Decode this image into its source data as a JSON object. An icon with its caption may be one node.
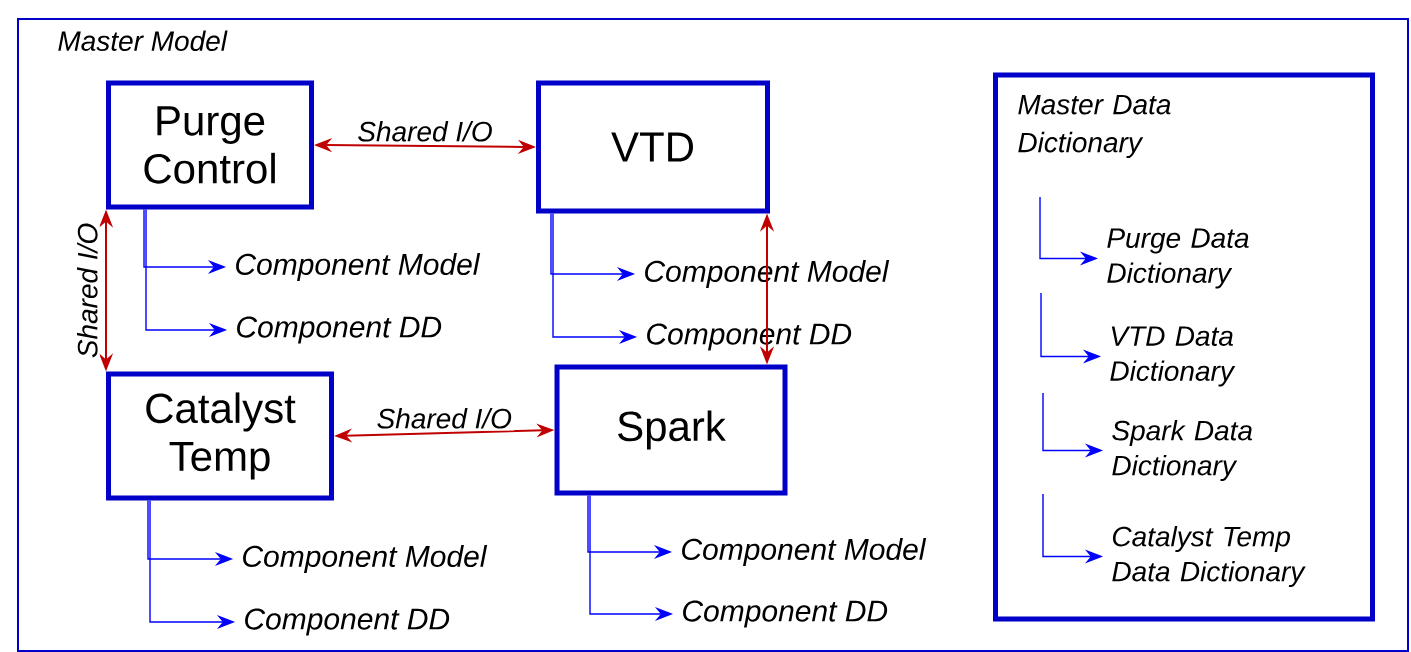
{
  "diagram": {
    "nodes": [
      {
        "text": [
          "Master Model"
        ]
      },
      {
        "text": [
          "Purge Control"
        ],
        "in": 0
      },
      {
        "text": [
          "VTD"
        ],
        "in": 0
      },
      {
        "text": [
          "Catalyst Temp"
        ],
        "in": 0
      },
      {
        "text": [
          "Spark"
        ],
        "in": 0
      },
      {
        "text": [
          "Master Data Dictionary"
        ],
        "in": 0
      },
      {
        "text": [
          "Component Model"
        ],
        "in": 0
      },
      {
        "text": [
          "Component DD"
        ],
        "in": 0
      },
      {
        "text": [
          "Component Model"
        ],
        "in": 0
      },
      {
        "text": [
          "Component DD"
        ],
        "in": 0
      },
      {
        "text": [
          "Component Model"
        ],
        "in": 0
      },
      {
        "text": [
          "Component DD"
        ],
        "in": 0
      },
      {
        "text": [
          "Component Model"
        ],
        "in": 0
      },
      {
        "text": [
          "Component DD"
        ],
        "in": 0
      },
      {
        "text": [
          "Purge Data Dictionary"
        ],
        "in": 5
      },
      {
        "text": [
          "VTD Data Dictionary"
        ],
        "in": 5
      },
      {
        "text": [
          "Spark Data Dictionary"
        ],
        "in": 5
      },
      {
        "text": [
          "Catalyst Temp Data Dictionary"
        ],
        "in": 5
      }
    ],
    "edges": [
      {
        "from": 1,
        "to": 2,
        "arrow": "both",
        "label": "Shared I/O",
        "color": "#c00000"
      },
      {
        "from": 1,
        "to": 3,
        "arrow": "both",
        "label": "Shared I/O",
        "color": "#c00000"
      },
      {
        "from": 3,
        "to": 4,
        "arrow": "both",
        "label": "Shared I/O",
        "color": "#c00000"
      },
      {
        "from": 2,
        "to": 4,
        "arrow": "both",
        "color": "#c00000"
      },
      {
        "from": 1,
        "to": 6,
        "arrow": "to"
      },
      {
        "from": 1,
        "to": 7,
        "arrow": "to"
      },
      {
        "from": 2,
        "to": 8,
        "arrow": "to"
      },
      {
        "from": 2,
        "to": 9,
        "arrow": "to"
      },
      {
        "from": 3,
        "to": 10,
        "arrow": "to"
      },
      {
        "from": 3,
        "to": 11,
        "arrow": "to"
      },
      {
        "from": 4,
        "to": 12,
        "arrow": "to"
      },
      {
        "from": 4,
        "to": 13,
        "arrow": "to"
      },
      {
        "from": null,
        "to": 14,
        "arrow": "to"
      },
      {
        "from": null,
        "to": 15,
        "arrow": "to"
      },
      {
        "from": null,
        "to": 16,
        "arrow": "to"
      },
      {
        "from": null,
        "to": 17,
        "arrow": "to"
      }
    ]
  }
}
